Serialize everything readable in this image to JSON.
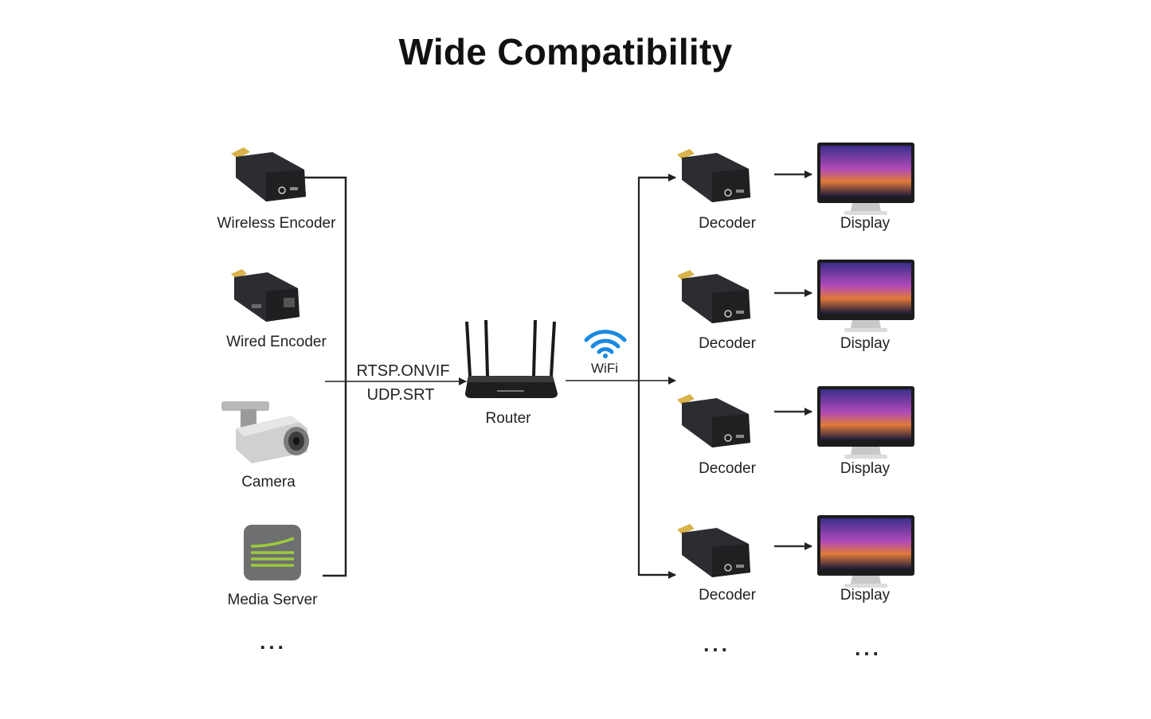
{
  "title": "Wide Compatibility",
  "sources": [
    {
      "label": "Wireless Encoder",
      "icon": "wireless-encoder-icon"
    },
    {
      "label": "Wired Encoder",
      "icon": "wired-encoder-icon"
    },
    {
      "label": "Camera",
      "icon": "camera-icon"
    },
    {
      "label": "Media Server",
      "icon": "media-server-icon"
    }
  ],
  "source_more": "...",
  "protocols": {
    "line1": "RTSP.ONVIF",
    "line2": "UDP.SRT"
  },
  "router": {
    "label": "Router",
    "icon": "router-icon"
  },
  "wifi": {
    "label": "WiFi",
    "icon": "wifi-icon",
    "color": "#1a8ae0"
  },
  "outputs": [
    {
      "decoder": "Decoder",
      "display": "Display"
    },
    {
      "decoder": "Decoder",
      "display": "Display"
    },
    {
      "decoder": "Decoder",
      "display": "Display"
    },
    {
      "decoder": "Decoder",
      "display": "Display"
    }
  ],
  "decoder_more": "...",
  "display_more": "...",
  "colors": {
    "device": "#2b2d30",
    "line": "#222222",
    "server_bg": "#6d6f70",
    "server_stripe": "#9ccc3c"
  }
}
